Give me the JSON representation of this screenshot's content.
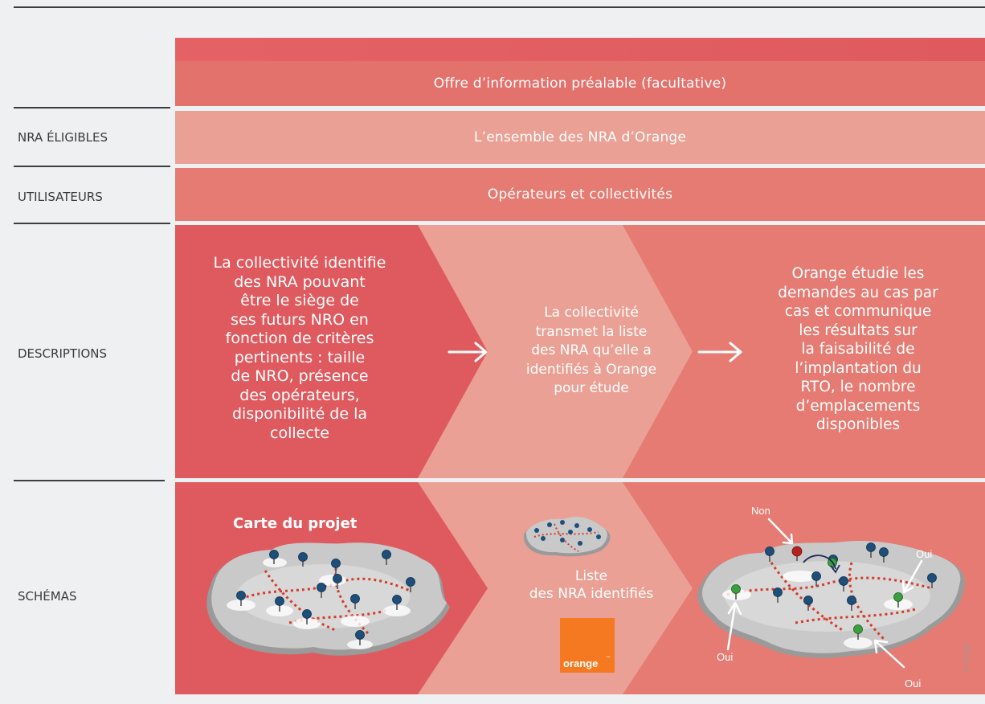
{
  "header": {
    "offer_title": "Offre d’information préalable (facultative)"
  },
  "rows": {
    "nra_eligibles": {
      "label": "NRA ÉLIGIBLES",
      "value": "L’ensemble des NRA d’Orange"
    },
    "utilisateurs": {
      "label": "UTILISATEURS",
      "value": "Opérateurs et collectivités"
    },
    "descriptions": {
      "label": "DESCRIPTIONS",
      "step1": [
        "La collectivité identifie",
        "des NRA pouvant",
        "être le siège de",
        "ses futurs NRO en",
        "fonction de critères",
        "pertinents : taille",
        "de NRO, présence",
        "des opérateurs,",
        "disponibilité de la",
        "collecte"
      ],
      "step2": [
        "La collectivité",
        "transmet la liste",
        "des NRA qu’elle a",
        "identifiés à Orange",
        "pour étude"
      ],
      "step3": [
        "Orange étudie les",
        "demandes au cas par",
        "cas et communique",
        "les résultats sur",
        "la faisabilité de",
        "l’implantation du",
        "RTO, le nombre",
        "d’emplacements",
        "disponibles"
      ]
    },
    "schemas": {
      "label": "SCHÉMAS",
      "map_title": "Carte du projet",
      "list_caption": [
        "Liste",
        "des NRA identifiés"
      ],
      "orange_logo": "orange",
      "callouts": {
        "non": "Non",
        "oui_1": "Oui",
        "oui_2": "Oui",
        "oui_3": "Oui"
      }
    }
  },
  "credit": "© Arcep",
  "colors": {
    "dark_red": "#df5a5e",
    "mid_red": "#e57b72",
    "light_pink": "#eaa094",
    "orange": "#f47920",
    "background": "#eff0f2"
  }
}
